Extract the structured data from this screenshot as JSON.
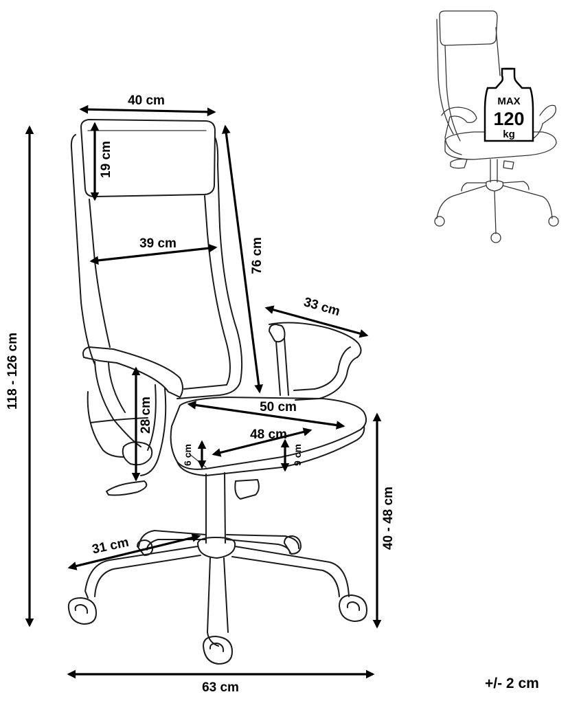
{
  "dimensions": {
    "total_height": "118 - 126 cm",
    "headrest_width": "40 cm",
    "headrest_height": "19 cm",
    "backrest_width": "39 cm",
    "backrest_height": "76 cm",
    "armrest_length": "33 cm",
    "armrest_height": "28 cm",
    "seat_width": "50 cm",
    "seat_depth": "48 cm",
    "seat_thickness_front": "6 cm",
    "seat_thickness_back": "9 cm",
    "seat_height": "40 - 48 cm",
    "leg_length": "31 cm",
    "base_width": "63 cm"
  },
  "max_load": {
    "label": "MAX",
    "value": "120",
    "unit": "kg"
  },
  "tolerance": "+/- 2 cm",
  "colors": {
    "line": "#1a1a1a",
    "dimension": "#000000",
    "background": "#ffffff"
  }
}
